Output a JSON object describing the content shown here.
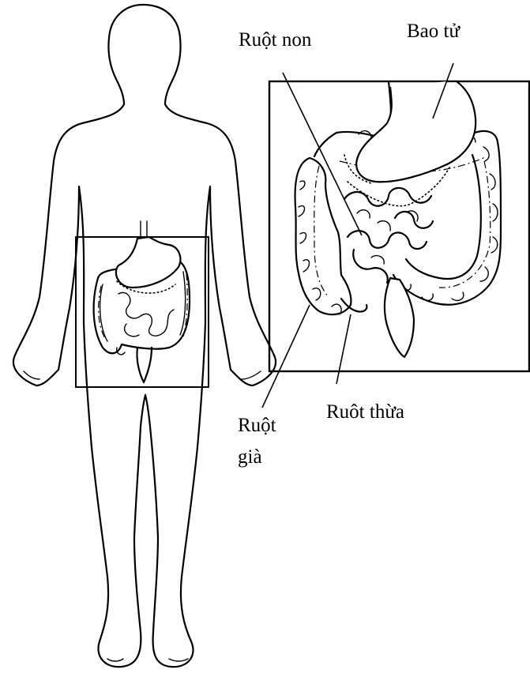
{
  "labels": {
    "small_intestine": "Ruột non",
    "stomach": "Bao tử",
    "appendix": "Ruôt thừa",
    "large_intestine_line1": "Ruột",
    "large_intestine_line2": "già"
  }
}
